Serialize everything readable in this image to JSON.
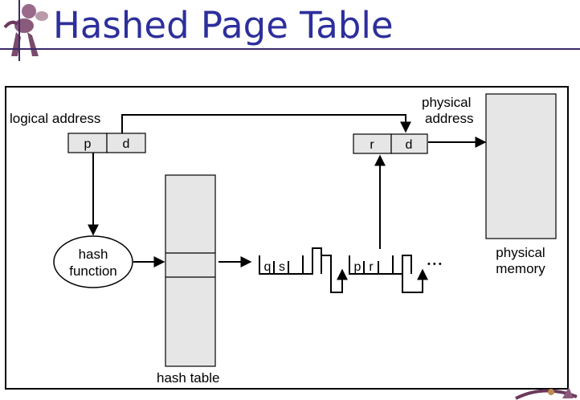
{
  "slide": {
    "title": "Hashed Page Table"
  },
  "diagram": {
    "logical_address_label": "logical address",
    "logical_cells": [
      "p",
      "d"
    ],
    "physical_address_label": [
      "physical",
      "address"
    ],
    "physical_cells": [
      "r",
      "d"
    ],
    "hash_function_label": [
      "hash",
      "function"
    ],
    "hash_table_label": "hash table",
    "chain_node_1": [
      "q",
      "s"
    ],
    "chain_node_2": [
      "p",
      "r"
    ],
    "chain_ellipsis": "• • •",
    "physical_memory_label": [
      "physical",
      "memory"
    ]
  },
  "colors": {
    "title": "#2d2f9c",
    "box_fill": "#e6e6e6",
    "stroke": "#000000",
    "rule": "#3a2a6a"
  },
  "icons": {
    "logo": "robot-mascot-icon",
    "corner": "wizard-figure-icon"
  }
}
